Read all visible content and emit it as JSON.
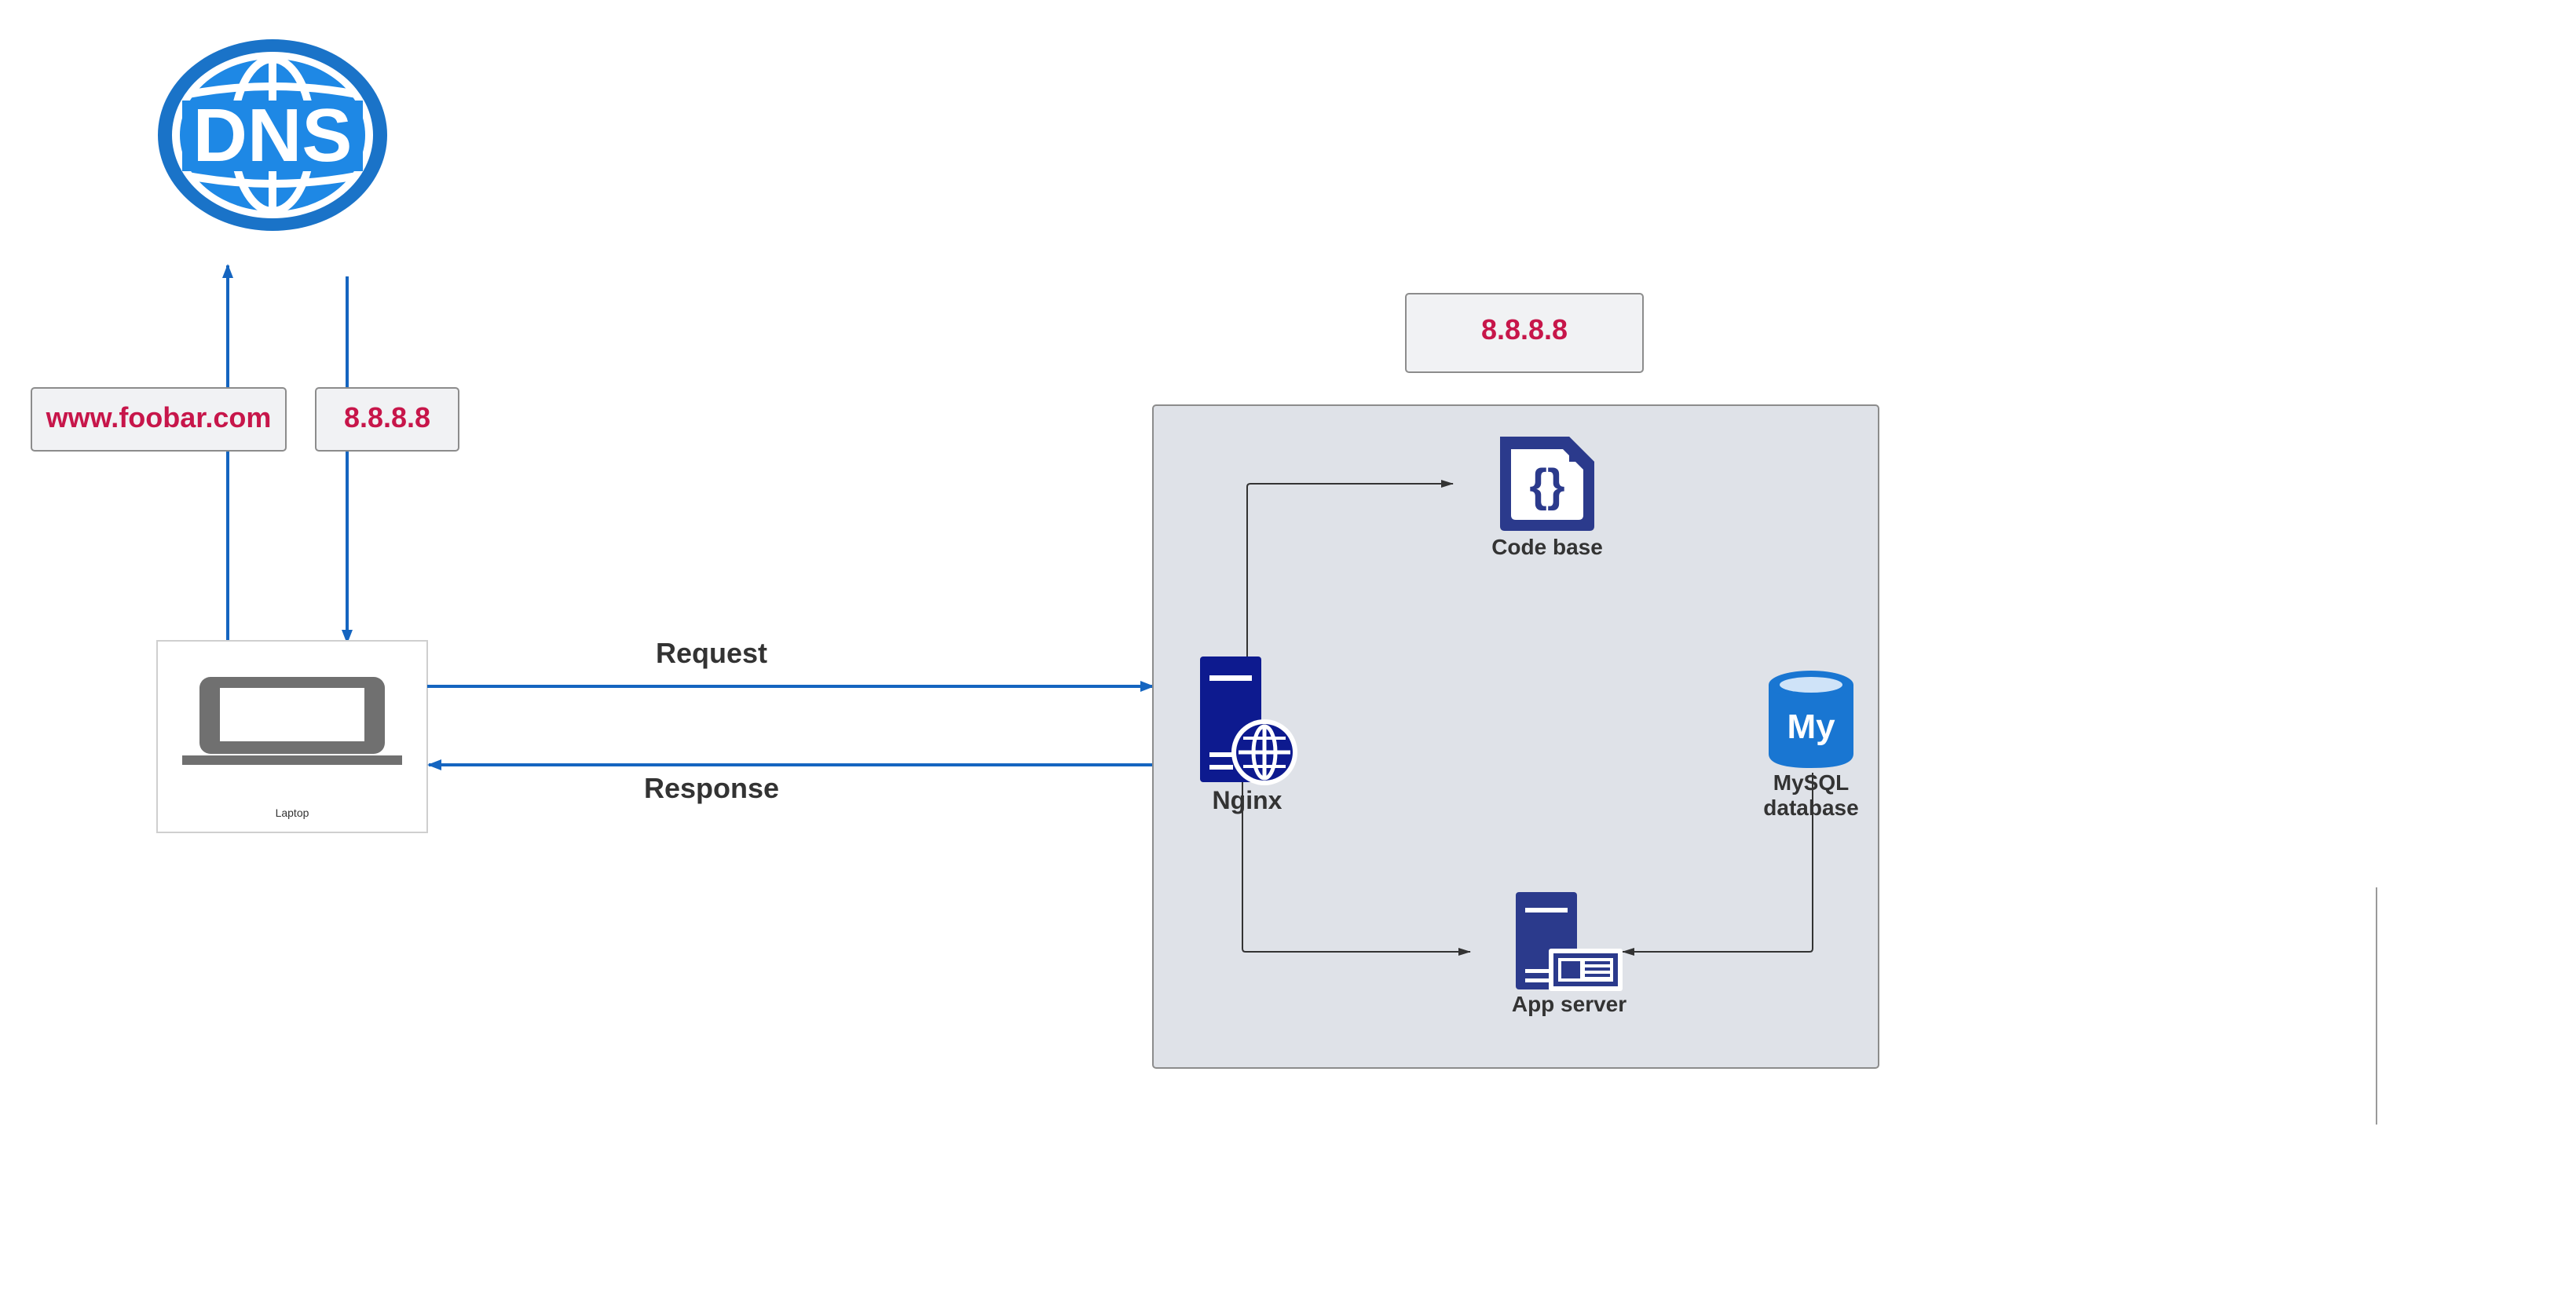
{
  "dns": {
    "logo_text": "DNS"
  },
  "labels": {
    "domain_query": "www.foobar.com",
    "dns_answer": "8.8.8.8",
    "server_ip": "8.8.8.8",
    "laptop": "Laptop",
    "request": "Request",
    "response": "Response",
    "nginx": "Nginx",
    "code_base": "Code base",
    "mysql_line1": "MySQL",
    "mysql_line2": "database",
    "app_server": "App server",
    "mysql_logo": "My"
  },
  "colors": {
    "ip_text": "#c7164a",
    "arrow_blue": "#1565c0",
    "server_box": "#dfe2e8",
    "nginx_blue": "#0d1a8f",
    "code_navy": "#2b3a8c",
    "mysql_blue": "#1976d2",
    "laptop_gray": "#707070"
  },
  "icons": [
    "dns-globe-icon",
    "laptop-icon",
    "nginx-server-icon",
    "code-file-icon",
    "mysql-database-icon",
    "app-server-icon"
  ]
}
